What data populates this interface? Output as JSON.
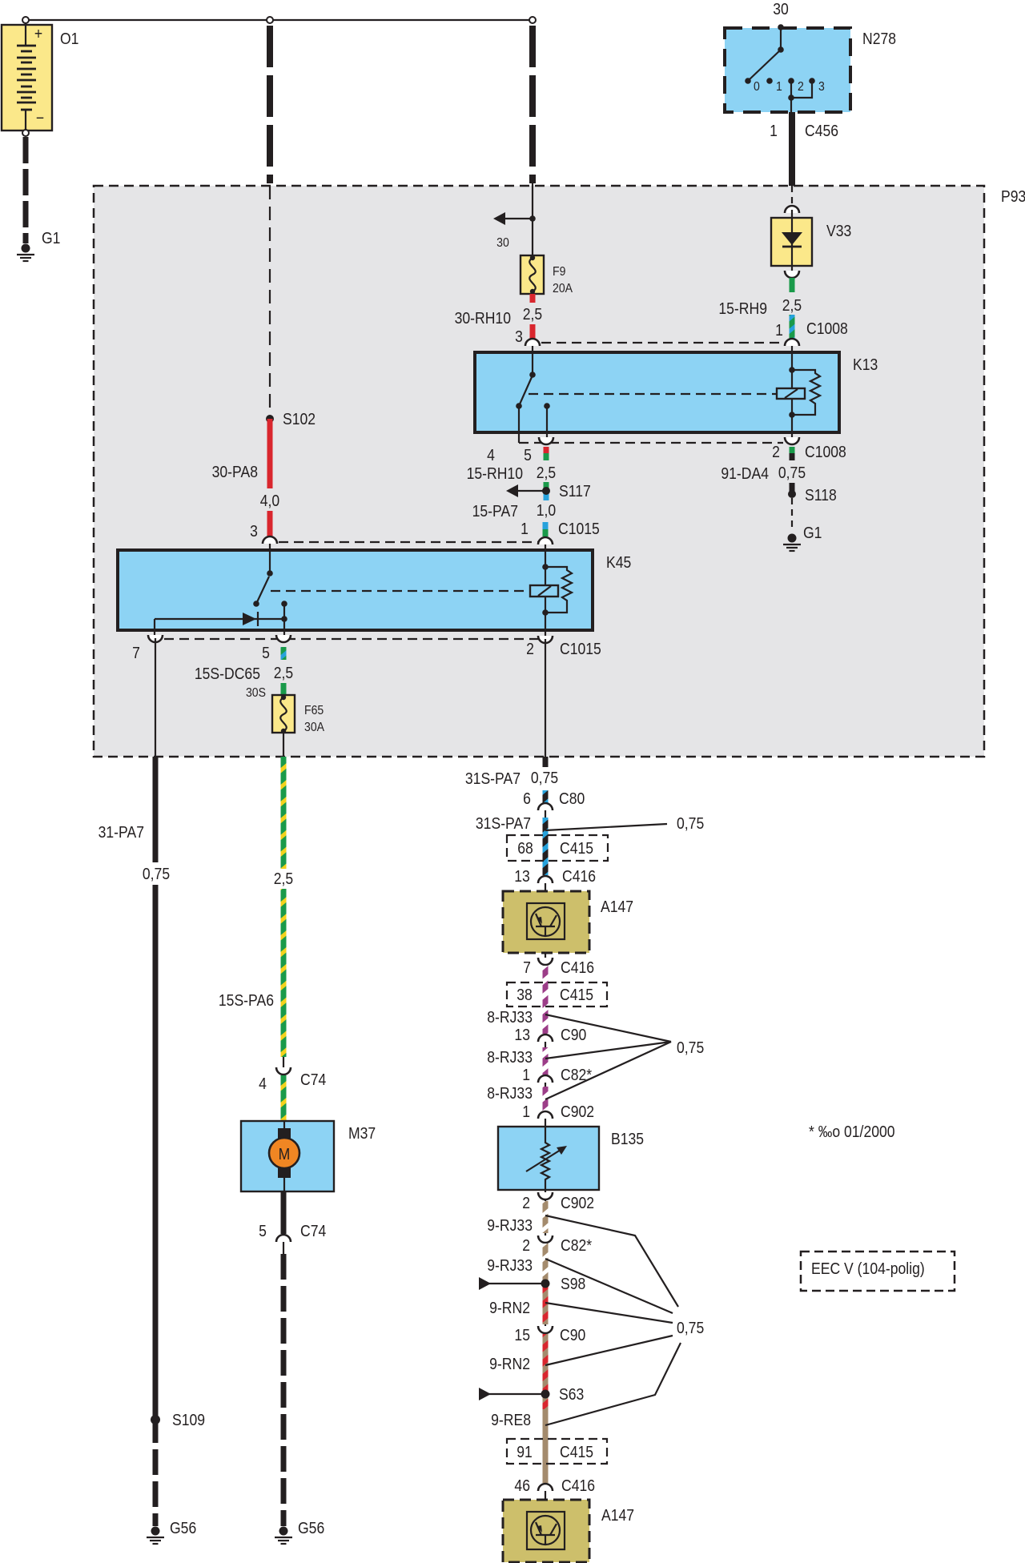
{
  "colors": {
    "ink": "#231f20",
    "component_blue": "#8dd3f4",
    "fuse_box_gray": "#e5e5e7",
    "component_yellow": "#fbe88a",
    "module_olive": "#cdbf6b",
    "wire_red": "#d9262e",
    "wire_green": "#1a9a4a",
    "wire_blue": "#27a2dc",
    "wire_violet": "#9c3d88",
    "wire_brown": "#a48b6d",
    "wire_stripe_yellow": "#f3d21c",
    "motor_orange": "#f08623"
  },
  "battery": {
    "id": "O1",
    "plus": "+",
    "minus": "−",
    "ground": "G1"
  },
  "ignition_switch": {
    "id": "N278",
    "terminal": "30",
    "positions": [
      "0",
      "1",
      "2",
      "3"
    ],
    "pin": "1",
    "connector": "C456"
  },
  "fuse_box": {
    "id": "P93",
    "feed_terminal": "30",
    "fuse_f9": {
      "id": "F9",
      "rating": "20A"
    },
    "wire_30_rh10": {
      "code": "30-RH10",
      "size": "2,5",
      "pin": "3"
    },
    "diode": {
      "id": "V33"
    },
    "wire_15_rh9": {
      "code": "15-RH9",
      "size": "2,5",
      "pin": "1",
      "connector": "C1008"
    },
    "relay_k13": {
      "id": "K13",
      "pin_4": "4",
      "pin_5": "5",
      "pin_2": "2",
      "connector_bottom": "C1008"
    },
    "wire_15_rh10": {
      "code": "15-RH10",
      "size": "2,5"
    },
    "splice_s117": "S117",
    "wire_15_pa7": {
      "code": "15-PA7",
      "size": "1,0",
      "pin": "1",
      "connector": "C1015"
    },
    "wire_91_da4": {
      "code": "91-DA4",
      "size": "0,75"
    },
    "splice_s118": "S118",
    "ground_g1": "G1",
    "splice_s102": "S102",
    "wire_30_pa8": {
      "code": "30-PA8",
      "size": "4,0",
      "pin": "3"
    },
    "relay_k45": {
      "id": "K45",
      "pin_7": "7",
      "pin_5": "5",
      "pin_2": "2",
      "connector_bottom": "C1015"
    },
    "wire_15s_dc65": {
      "code": "15S-DC65",
      "size": "2,5"
    },
    "fuse_f65": {
      "id": "F65",
      "rating": "30A",
      "terminal": "30S"
    }
  },
  "ground_branch": {
    "wire": {
      "code": "31-PA7",
      "size": "0,75"
    },
    "splice": "S109",
    "ground": "G56"
  },
  "fan_branch": {
    "wire": {
      "code": "15S-PA6",
      "size": "2,5"
    },
    "connector_in": {
      "pin": "4",
      "id": "C74"
    },
    "motor": {
      "id": "M37",
      "symbol": "M"
    },
    "connector_out": {
      "pin": "5",
      "id": "C74"
    },
    "ground": "G56"
  },
  "ecu_branch": {
    "wire_top": {
      "code": "31S-PA7",
      "size": "0,75"
    },
    "c80": {
      "pin": "6",
      "id": "C80"
    },
    "wire_mid": {
      "code": "31S-PA7",
      "size": "0,75"
    },
    "c415_68": {
      "pin": "68",
      "id": "C415"
    },
    "c416_13": {
      "pin": "13",
      "id": "C416"
    },
    "module_top": {
      "id": "A147"
    },
    "c416_7": {
      "pin": "7",
      "id": "C416"
    },
    "c415_38": {
      "pin": "38",
      "id": "C415"
    },
    "rj33_upper": [
      {
        "code": "8-RJ33",
        "pin": "13",
        "connector": "C90"
      },
      {
        "code": "8-RJ33",
        "pin": "1",
        "connector": "C82*"
      },
      {
        "code": "8-RJ33",
        "pin": "1",
        "connector": "C902"
      }
    ],
    "rj33_upper_size": "0,75",
    "sensor": {
      "id": "B135"
    },
    "c902_2": {
      "pin": "2",
      "id": "C902"
    },
    "wire_9rj33_a": "9-RJ33",
    "c82_2": {
      "pin": "2",
      "id": "C82*"
    },
    "wire_9rj33_b": "9-RJ33",
    "splice_s98": "S98",
    "wire_9rn2_a": "9-RN2",
    "c90_15": {
      "pin": "15",
      "id": "C90"
    },
    "wire_9rn2_b": "9-RN2",
    "splice_s63": "S63",
    "wire_9re8": "9-RE8",
    "lower_size": "0,75",
    "c415_91": {
      "pin": "91",
      "id": "C415"
    },
    "c416_46": {
      "pin": "46",
      "id": "C416"
    },
    "module_bottom": {
      "id": "A147"
    }
  },
  "notes": {
    "footnote": "* ‰o 01/2000",
    "module_legend": "EEC V (104-polig)"
  }
}
